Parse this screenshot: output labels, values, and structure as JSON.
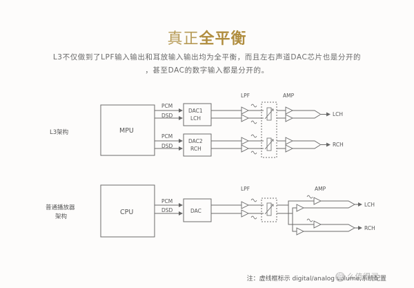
{
  "title": {
    "part1": "真正",
    "part2": "全平衡"
  },
  "intro": {
    "line1": "L3不仅做到了LPF输入输出和耳放输入输出均为全平衡，而且左右声道DAC芯片也是分开的",
    "line2": "，甚至DAC的数字输入都是分开的。"
  },
  "diagram1": {
    "side_label": "L3架构",
    "mpu": "MPU",
    "pcm": "PCM",
    "dsd": "DSD",
    "dac1_l1": "DAC1",
    "dac1_l2": "LCH",
    "dac2_l1": "DAC2",
    "dac2_l2": "RCH",
    "lpf": "LPF",
    "amp": "AMP",
    "out_l": "LCH",
    "out_r": "RCH"
  },
  "diagram2": {
    "side_label_l1": "普通播放器",
    "side_label_l2": "架构",
    "cpu": "CPU",
    "pcm": "PCM",
    "dsd": "DSD",
    "dac": "DAC",
    "lpf": "LPF",
    "amp": "AMP",
    "out_l": "LCH",
    "out_r": "RCH"
  },
  "footer": {
    "note": "注：虚线框标示 digital/analog volume,系统配置"
  },
  "watermark": {
    "text": "么值得买",
    "badge": "值"
  },
  "colors": {
    "title_light": "#b69a56",
    "title_bold": "#b08d3f",
    "line": "#6a6a6a"
  }
}
